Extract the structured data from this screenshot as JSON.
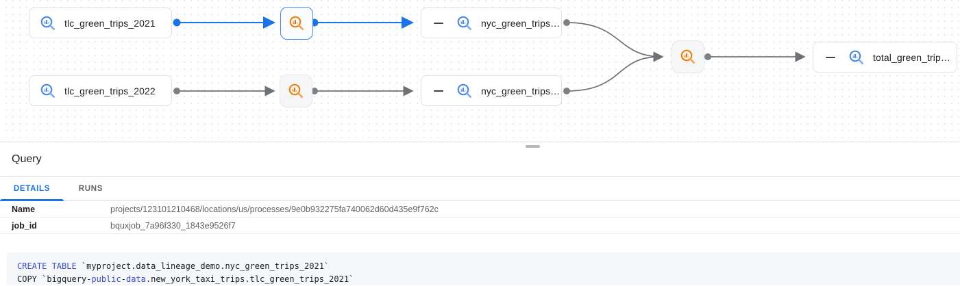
{
  "colors": {
    "selected_edge_blue": "#1a73e8",
    "edge_gray": "#75797d",
    "table_icon_blue": "#4285f4",
    "process_icon_orange": "#f57c00",
    "tab_active_blue": "#1a73e8",
    "code_keyword_blue": "#3b4bd1"
  },
  "graph": {
    "nodes": [
      {
        "label": "tlc_green_trips_2021",
        "type": "table"
      },
      {
        "label": "nyc_green_trips…",
        "type": "table",
        "collapsible": true
      },
      {
        "label": "tlc_green_trips_2022",
        "type": "table"
      },
      {
        "label": "nyc_green_trips…",
        "type": "table",
        "collapsible": true
      },
      {
        "label": "total_green_trip…",
        "type": "table",
        "collapsible": true
      }
    ],
    "process_nodes": [
      {
        "icon": "bigquery-icon",
        "selected": true
      },
      {
        "icon": "bigquery-icon",
        "selected": false
      },
      {
        "icon": "bigquery-icon",
        "selected": false
      }
    ]
  },
  "panel": {
    "title": "Query",
    "tabs": [
      {
        "label": "DETAILS",
        "active": true
      },
      {
        "label": "RUNS",
        "active": false
      }
    ],
    "details": [
      {
        "label": "Name",
        "value": "projects/123101210468/locations/us/processes/9e0b932275fa740062d60d435e9f762c"
      },
      {
        "label": "job_id",
        "value": "bquxjob_7a96f330_1843e9526f7"
      }
    ]
  },
  "code": {
    "lines": [
      {
        "segments": [
          {
            "text": "CREATE TABLE",
            "style": "keyword"
          },
          {
            "text": " `myproject.data_lineage_demo.nyc_green_trips_2021`",
            "style": "plain"
          }
        ]
      },
      {
        "segments": [
          {
            "text": "COPY `bigquery-",
            "style": "plain"
          },
          {
            "text": "public",
            "style": "keyword"
          },
          {
            "text": "-",
            "style": "plain"
          },
          {
            "text": "data",
            "style": "keyword"
          },
          {
            "text": ".new_york_taxi_trips.tlc_green_trips_2021`",
            "style": "plain"
          }
        ]
      }
    ]
  }
}
